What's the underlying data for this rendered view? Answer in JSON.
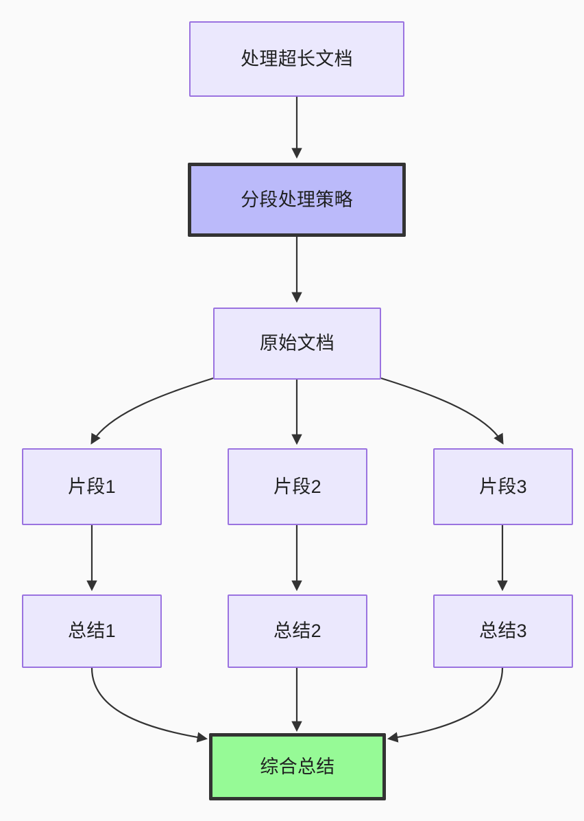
{
  "diagram": {
    "type": "flowchart",
    "direction": "top-down",
    "background_color": "#fafafa",
    "title_visible": false,
    "palette": {
      "default_fill": "#ebe8fd",
      "default_border": "#9a72e0",
      "highlight_fill": "#bbbafa",
      "highlight_border": "#333333",
      "terminal_fill": "#96fa96",
      "terminal_border": "#333333",
      "edge_stroke": "#333333",
      "text_color": "#1f2020"
    },
    "nodes": [
      {
        "id": "n1",
        "label": "处理超长文档",
        "style": "default"
      },
      {
        "id": "n2",
        "label": "分段处理策略",
        "style": "highlight"
      },
      {
        "id": "n3",
        "label": "原始文档",
        "style": "default"
      },
      {
        "id": "n4",
        "label": "片段1",
        "style": "default"
      },
      {
        "id": "n5",
        "label": "片段2",
        "style": "default"
      },
      {
        "id": "n6",
        "label": "片段3",
        "style": "default"
      },
      {
        "id": "n7",
        "label": "总结1",
        "style": "default"
      },
      {
        "id": "n8",
        "label": "总结2",
        "style": "default"
      },
      {
        "id": "n9",
        "label": "总结3",
        "style": "default"
      },
      {
        "id": "n10",
        "label": "综合总结",
        "style": "terminal"
      }
    ],
    "edges": [
      {
        "from": "n1",
        "to": "n2",
        "shape": "straight",
        "arrow": "end"
      },
      {
        "from": "n2",
        "to": "n3",
        "shape": "straight",
        "arrow": "end"
      },
      {
        "from": "n3",
        "to": "n4",
        "shape": "curved",
        "arrow": "end"
      },
      {
        "from": "n3",
        "to": "n5",
        "shape": "straight",
        "arrow": "end"
      },
      {
        "from": "n3",
        "to": "n6",
        "shape": "curved",
        "arrow": "end"
      },
      {
        "from": "n4",
        "to": "n7",
        "shape": "straight",
        "arrow": "end"
      },
      {
        "from": "n5",
        "to": "n8",
        "shape": "straight",
        "arrow": "end"
      },
      {
        "from": "n6",
        "to": "n9",
        "shape": "straight",
        "arrow": "end"
      },
      {
        "from": "n7",
        "to": "n10",
        "shape": "curved",
        "arrow": "end"
      },
      {
        "from": "n8",
        "to": "n10",
        "shape": "straight",
        "arrow": "end"
      },
      {
        "from": "n9",
        "to": "n10",
        "shape": "curved",
        "arrow": "end"
      }
    ]
  }
}
